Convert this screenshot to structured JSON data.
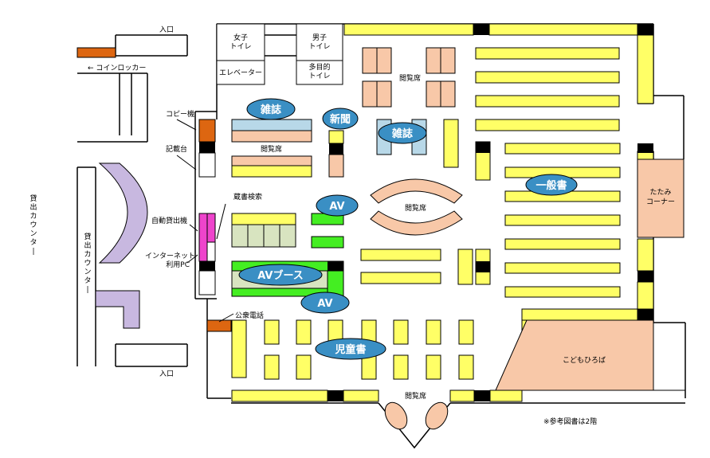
{
  "labels": {
    "entrance_top": "入口",
    "entrance_bottom": "入口",
    "coin_locker": "← コインロッカー",
    "womens_toilet": "女子\nトイレ",
    "mens_toilet": "男子\nトイレ",
    "elevator": "エレベーター",
    "multi_toilet": "多目的\nトイレ",
    "copier": "コピー機",
    "writing_desk": "記載台",
    "reading_seats_top": "閲覧席",
    "reading_seats_mag": "閲覧席",
    "reading_seats_center": "閲覧席",
    "reading_seats_bottom": "閲覧席",
    "catalog_search": "蔵書検索",
    "auto_lending": "自動貸出機",
    "internet_pc": "インターネット\n利用PC",
    "public_phone": "公衆電話",
    "lending_counter_outer": "貸出カウンター",
    "lending_counter_inner": "貸出カウンター",
    "tatami_corner": "たたみ\nコーナー",
    "kids_plaza": "こどもひろば",
    "note": "※参考図書は2階"
  },
  "bubbles": {
    "magazines_1": "雑誌",
    "newspapers": "新聞",
    "magazines_2": "雑誌",
    "av_1": "AV",
    "general_books": "一般書",
    "av_booth": "AVブース",
    "av_2": "AV",
    "childrens_books": "児童書"
  },
  "colors": {
    "shelf": "#ffff66",
    "seats": "#f8c8a8",
    "magazine_rack": "#b8d8e8",
    "av_shelf": "#44ee22",
    "bubble": "#3a8fc4",
    "locker": "#dd6611",
    "counter": "#c8b8e0"
  }
}
